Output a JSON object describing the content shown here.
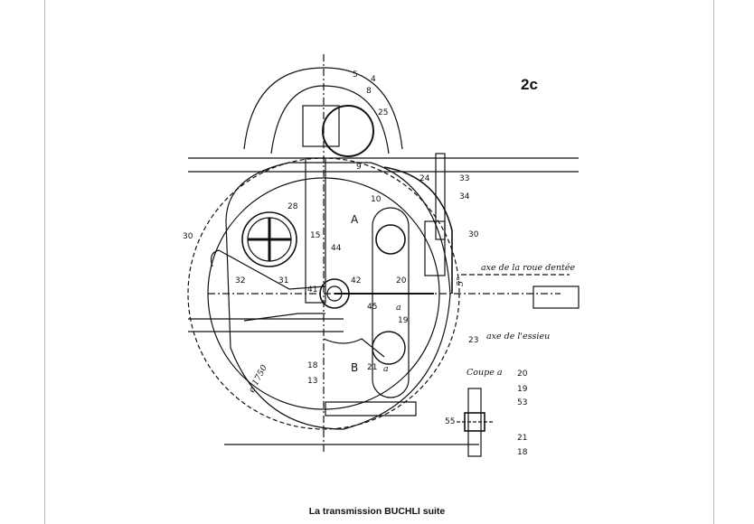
{
  "figure_label": "2c",
  "caption": "La transmission BUCHLI suite",
  "annotations": {
    "axe_roue": "axe de la roue dentée",
    "axe_essieu": "axe de l'essieu",
    "coupe": "Coupe a",
    "dimension": "ø 1750",
    "angle": "5°"
  },
  "letters": {
    "A": "A",
    "B": "B",
    "a1": "a",
    "a2": "a"
  },
  "part_numbers": {
    "p5": "5",
    "p4": "4",
    "p8": "8",
    "p25": "25",
    "p9": "9",
    "p24": "24",
    "p33": "33",
    "p34": "34",
    "p10": "10",
    "p28": "28",
    "p15": "15",
    "p44": "44",
    "p30a": "30",
    "p30b": "30",
    "p32": "32",
    "p31": "31",
    "p41": "41",
    "p42": "42",
    "p20": "20",
    "p45": "45",
    "p19": "19",
    "p23": "23",
    "p18": "18",
    "p13": "13",
    "p21": "21",
    "c20": "20",
    "c19": "19",
    "c53": "53",
    "c55": "55",
    "c21": "21",
    "c18": "18"
  }
}
